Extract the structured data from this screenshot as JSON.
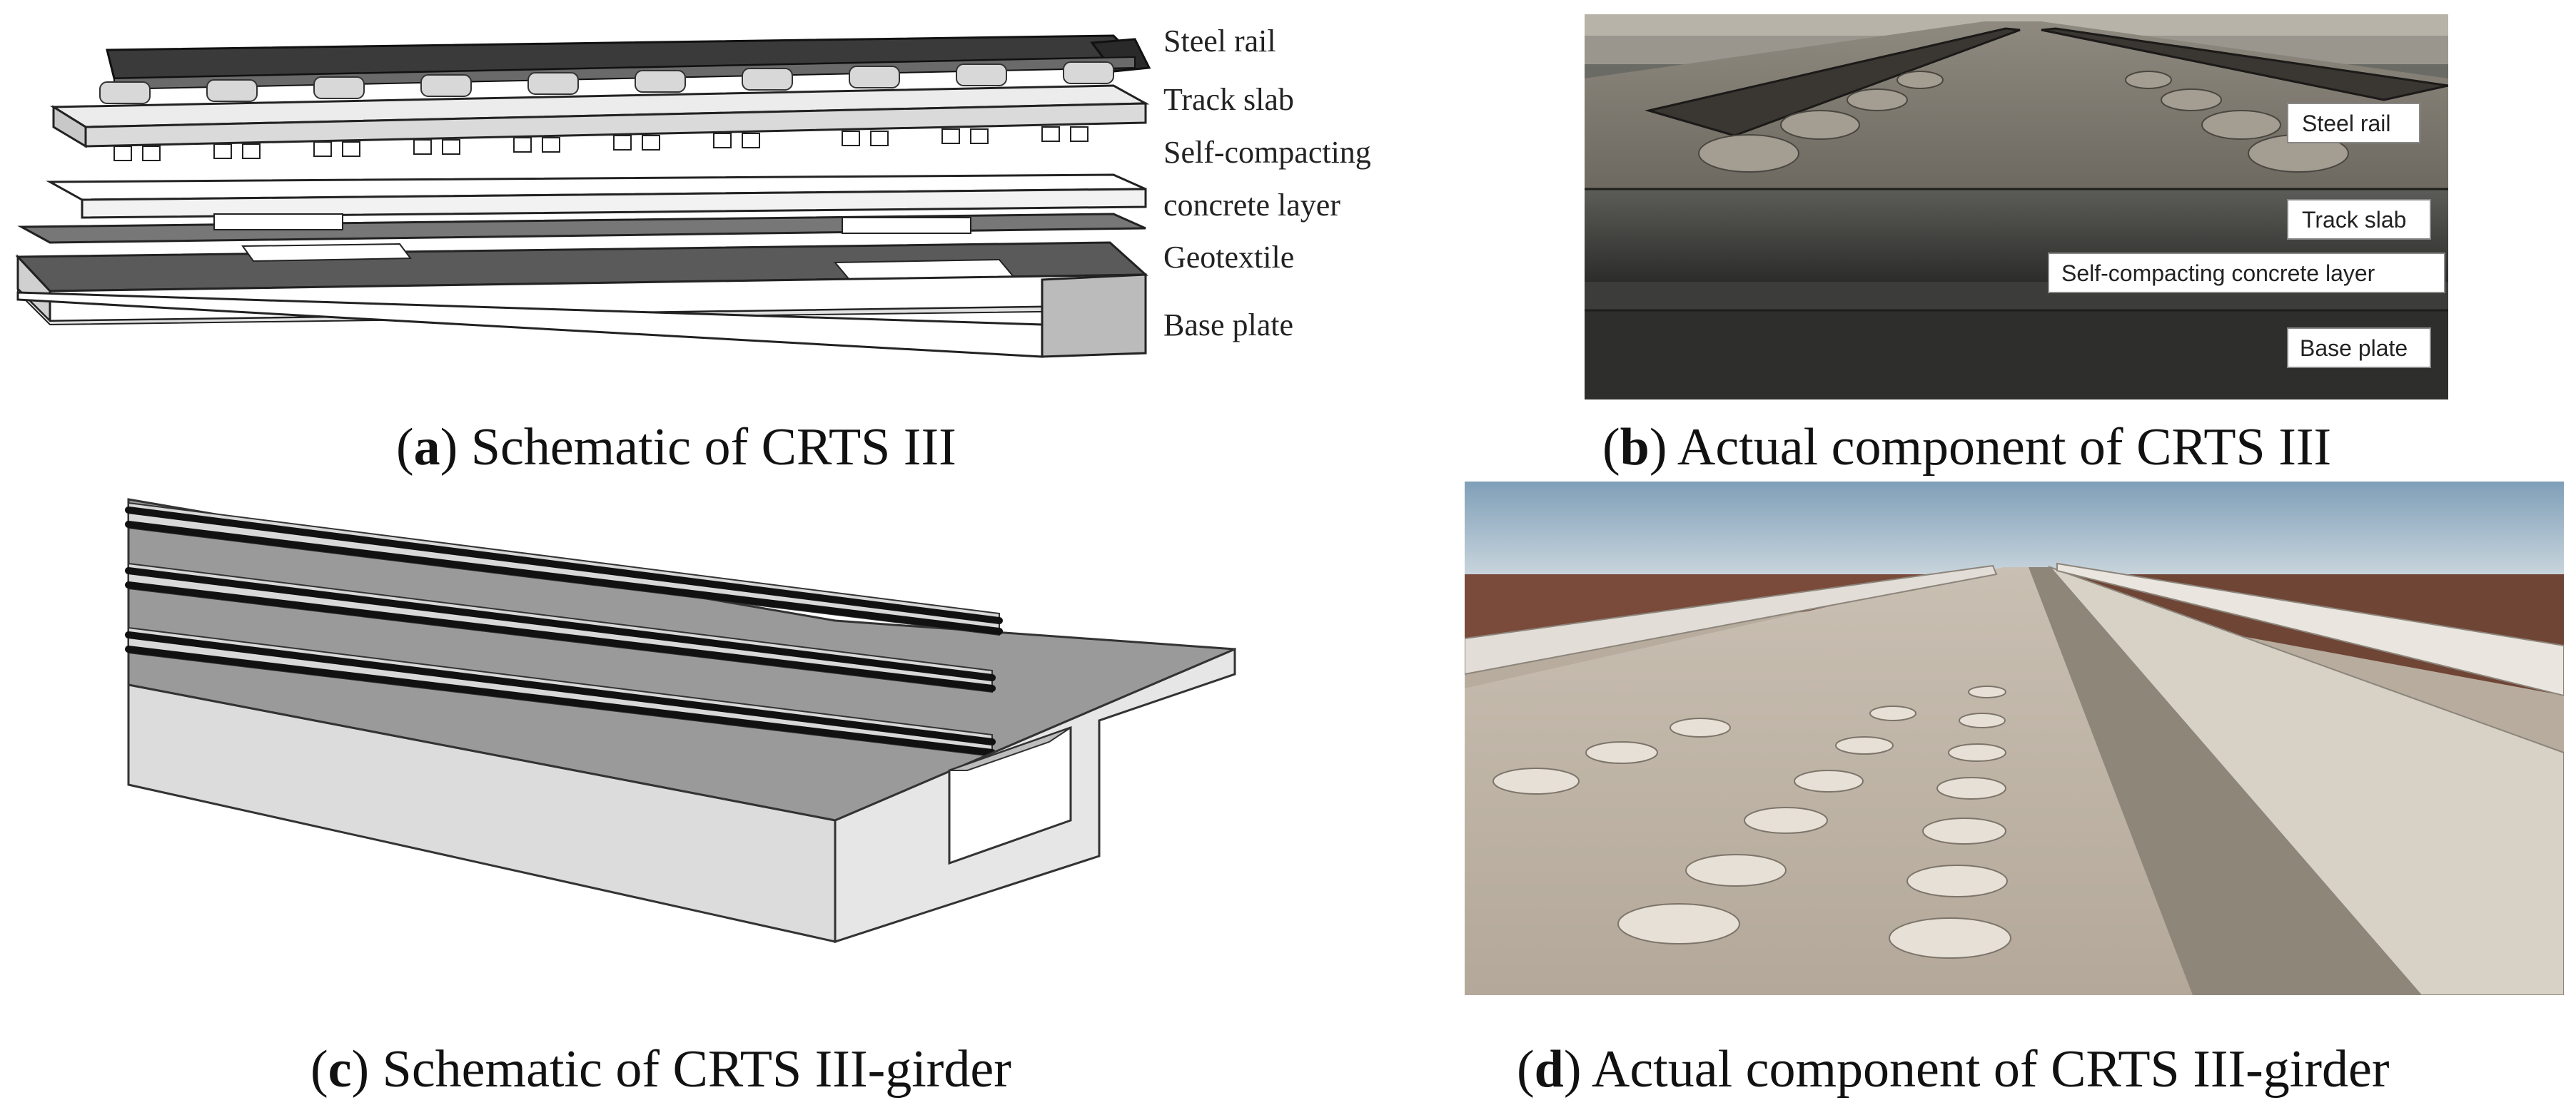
{
  "panel_a": {
    "labels": [
      "Steel rail",
      "Track slab",
      "Self-compacting",
      "concrete layer",
      "Geotextile",
      "Base plate"
    ],
    "caption": {
      "letter": "a",
      "text": "Schematic of CRTS III"
    }
  },
  "panel_b": {
    "labels": [
      "Steel rail",
      "Track slab",
      "Self-compacting concrete layer",
      "Base plate"
    ],
    "caption": {
      "letter": "b",
      "text": "Actual component of CRTS III"
    }
  },
  "panel_c": {
    "caption": {
      "letter": "c",
      "text": "Schematic of CRTS III-girder"
    }
  },
  "panel_d": {
    "caption": {
      "letter": "d",
      "text": "Actual component of CRTS III-girder"
    }
  }
}
